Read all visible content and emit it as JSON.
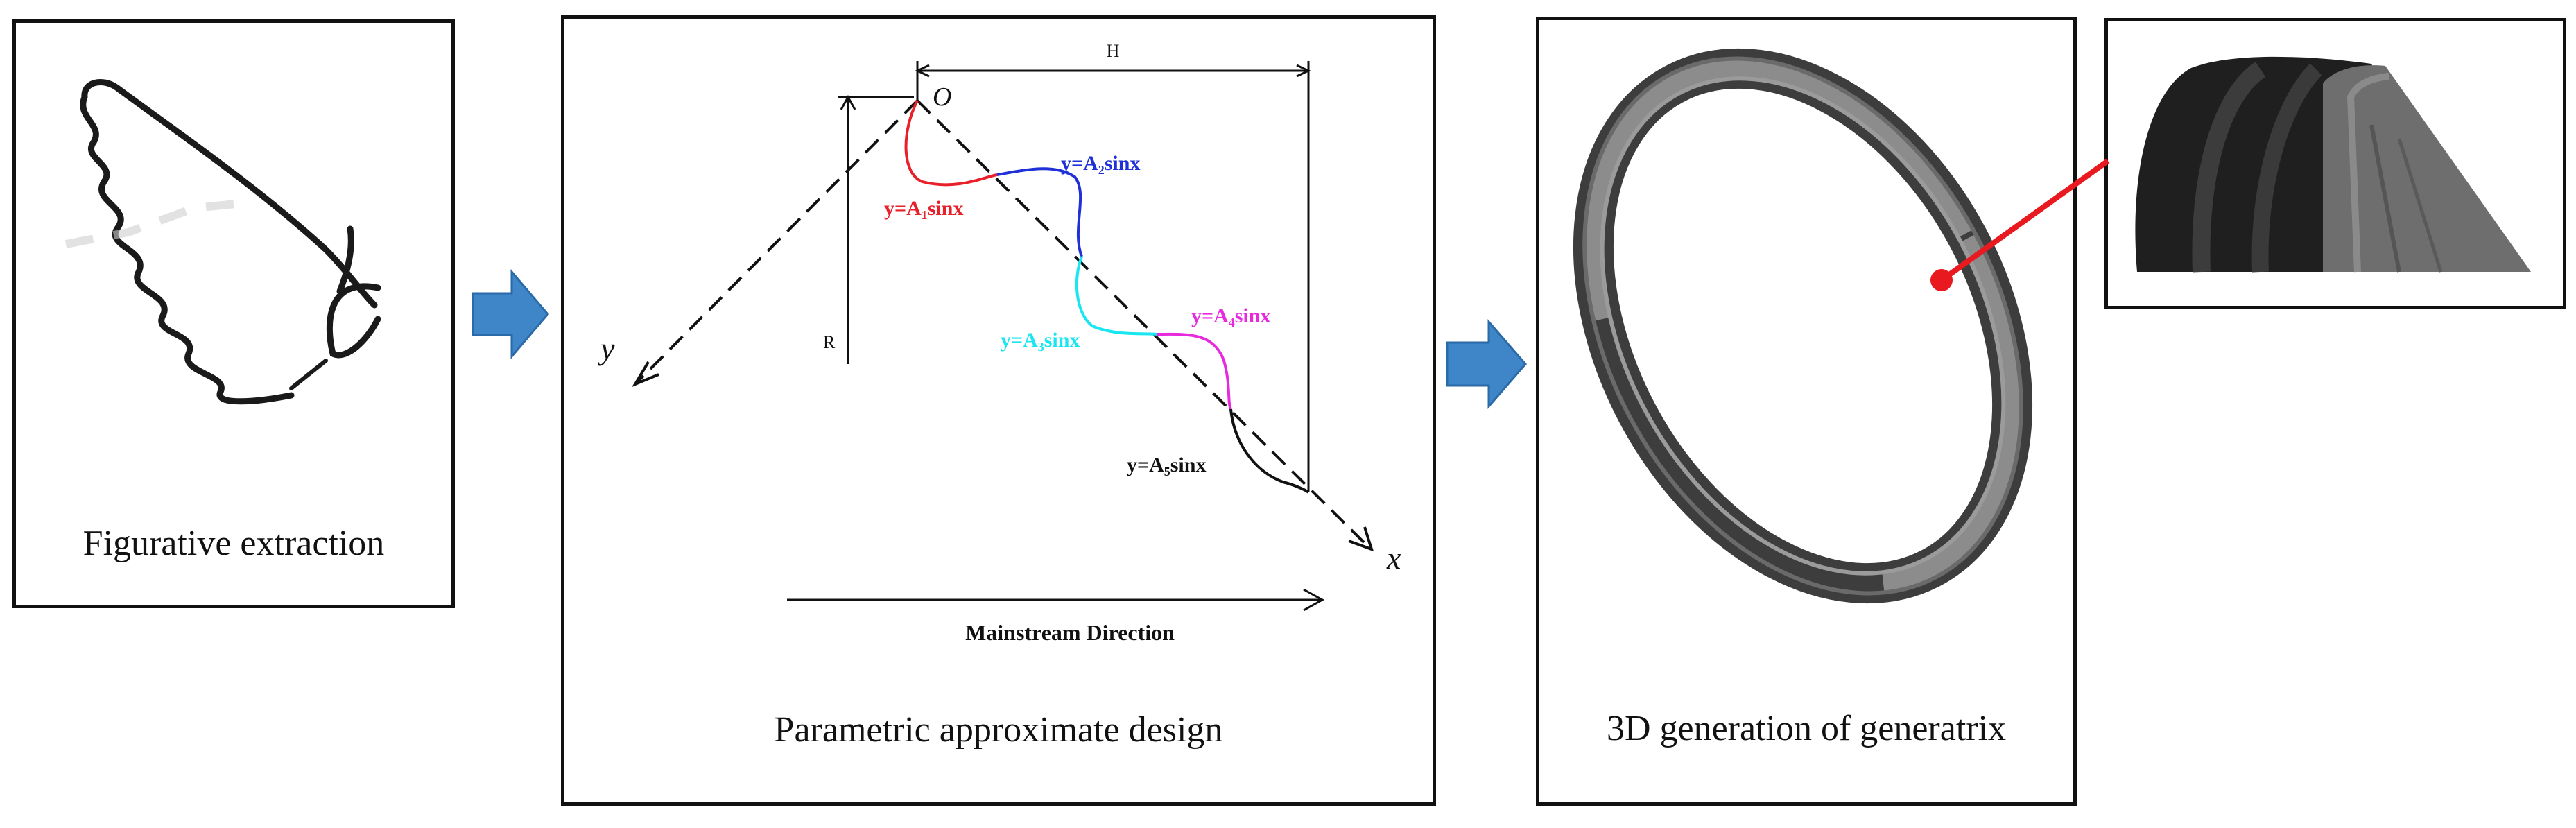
{
  "panels": {
    "extraction": {
      "caption": "Figurative extraction"
    },
    "parametric": {
      "caption": "Parametric approximate design",
      "labels": {
        "origin": "O",
        "height": "H",
        "radius": "R",
        "x_axis": "x",
        "y_axis": "y",
        "mainstream": "Mainstream Direction"
      },
      "equations": [
        {
          "text": "y=A₁sinx",
          "color": "#e8202a"
        },
        {
          "text": "y=A₂sinx",
          "color": "#2030d8"
        },
        {
          "text": "y=A₃sinx",
          "color": "#19e6f0"
        },
        {
          "text": "y=A₄sinx",
          "color": "#e82adf"
        },
        {
          "text": "y=A₅sinx",
          "color": "#111111"
        }
      ]
    },
    "generation": {
      "caption": "3D generation of generatrix"
    }
  },
  "colors": {
    "arrow": "#3f86c8",
    "highlight": "#e8191f",
    "ring": "#5a5a5a"
  }
}
